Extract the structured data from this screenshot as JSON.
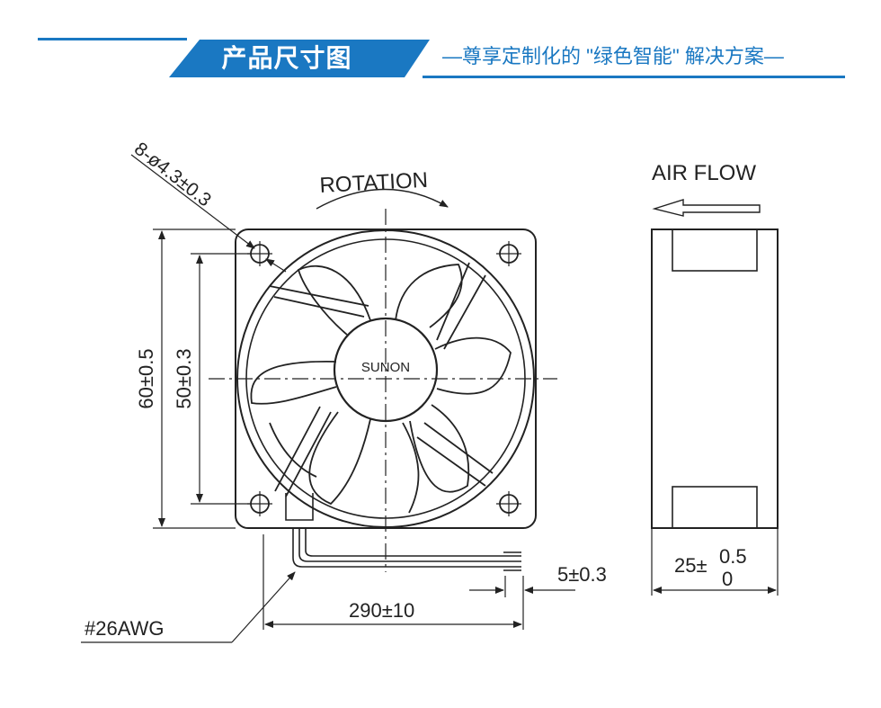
{
  "header": {
    "title": "产品尺寸图",
    "slogan": "—尊享定制化的 \"绿色智能\" 解决方案—",
    "accent_color": "#1a78c2"
  },
  "labels": {
    "hole_spec": "8-ø4.3±0.3",
    "rotation": "ROTATION",
    "air_flow": "AIR FLOW",
    "brand": "SUNON",
    "frame_size": "60±0.5",
    "hole_pitch": "50±0.3",
    "thickness_base": "25±",
    "thickness_upper": "0.5",
    "thickness_lower": "0",
    "strip_length": "5±0.3",
    "lead_length": "290±10",
    "wire_gauge": "#26AWG"
  }
}
